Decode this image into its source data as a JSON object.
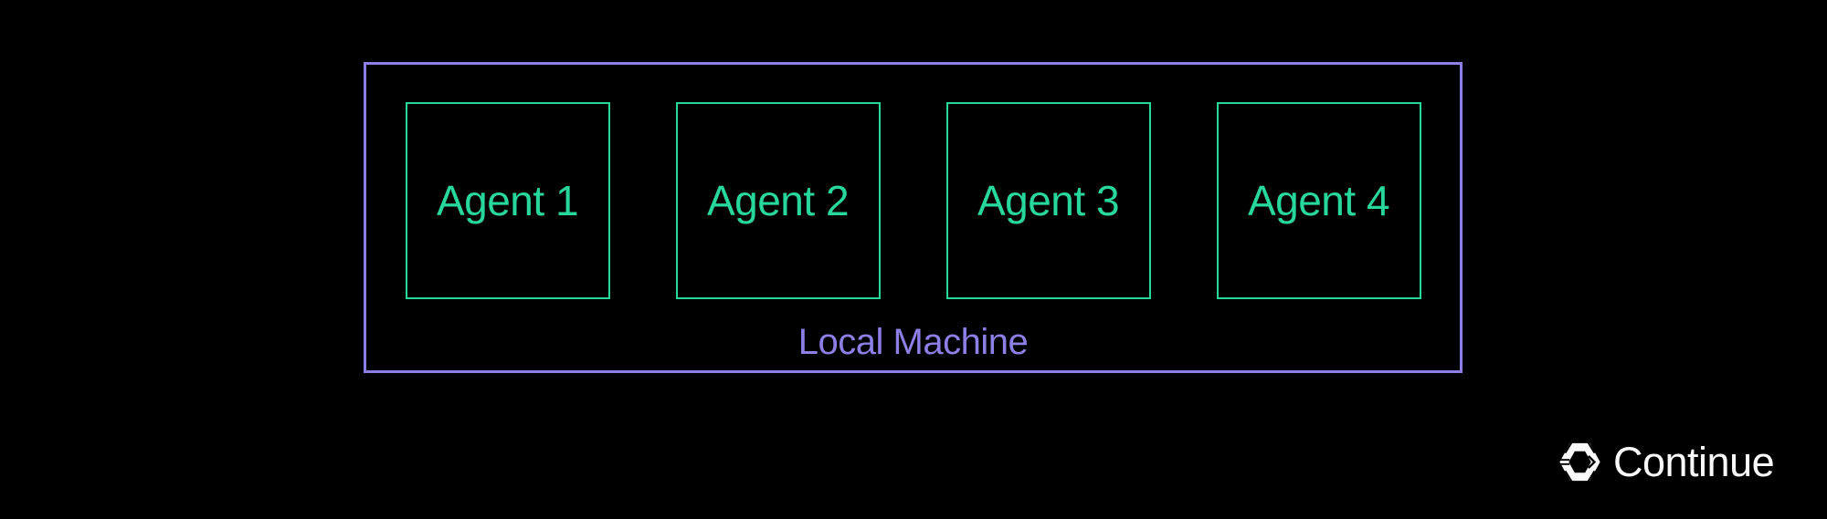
{
  "colors": {
    "background": "#000000",
    "agent-green": "#28d79c",
    "machine-purple": "#8c7fe6",
    "brand-white": "#fafafa"
  },
  "diagram": {
    "machine": {
      "label": "Local Machine"
    },
    "agents": [
      {
        "label": "Agent 1"
      },
      {
        "label": "Agent 2"
      },
      {
        "label": "Agent 3"
      },
      {
        "label": "Agent 4"
      }
    ]
  },
  "branding": {
    "wordmark": "Continue",
    "logo_icon": "continue-hexagon-icon"
  }
}
